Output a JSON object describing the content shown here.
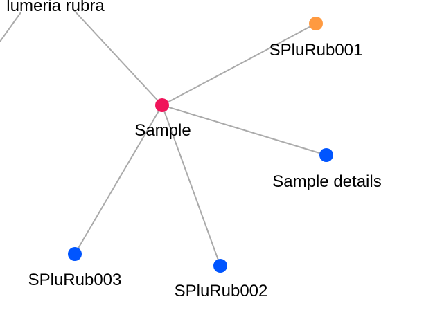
{
  "graph": {
    "nodes": [
      {
        "id": "plumeria-rubra",
        "label": "lumeria rubra",
        "color": "#ffffff"
      },
      {
        "id": "sample",
        "label": "Sample",
        "color": "#f0145a"
      },
      {
        "id": "spl001",
        "label": "SPluRub001",
        "color": "#ff9a40"
      },
      {
        "id": "sample-details",
        "label": "Sample details",
        "color": "#0055ff"
      },
      {
        "id": "spl003",
        "label": "SPluRub003",
        "color": "#0055ff"
      },
      {
        "id": "spl002",
        "label": "SPluRub002",
        "color": "#0055ff"
      }
    ],
    "edge_color": "#aaaaaa"
  }
}
